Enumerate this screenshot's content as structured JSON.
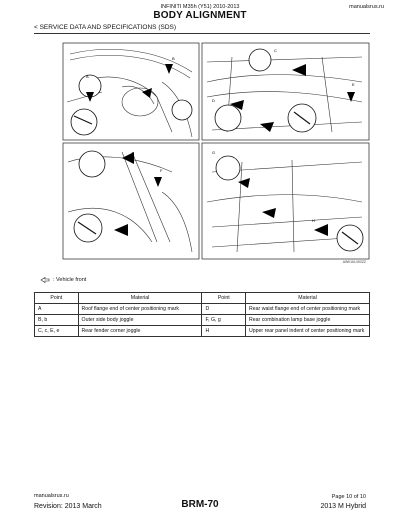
{
  "header": {
    "model_years": "INFINITI M35h (Y51) 2010-2013",
    "site": "manualsrus.ru",
    "title": "BODY ALIGNMENT",
    "section": "< SERVICE DATA AND SPECIFICATIONS (SDS)"
  },
  "figure": {
    "code": "AWKIA1493ZZ",
    "labels": [
      "A",
      "B",
      "C",
      "D",
      "E",
      "F",
      "G",
      "H"
    ]
  },
  "legend": {
    "text": ": Vehicle front"
  },
  "table": {
    "headers": [
      "Point",
      "Material",
      "Point",
      "Material"
    ],
    "rows": [
      [
        "A",
        "Roof flange end of center positioning mark",
        "D",
        "Rear waist flange end of center positioning mark"
      ],
      [
        "B, b",
        "Outer side body joggle",
        "F, G, g",
        "Rear combination lamp base joggle"
      ],
      [
        "C, c, E, e",
        "Rear fender corner joggle",
        "H",
        "Upper rear panel indent of center positioning mark"
      ]
    ]
  },
  "footer": {
    "site": "manualsrus.ru",
    "revision": "Revision: 2013 March",
    "code": "BRM-70",
    "page": "Page 10 of 10",
    "model": "2013 M Hybrid"
  }
}
